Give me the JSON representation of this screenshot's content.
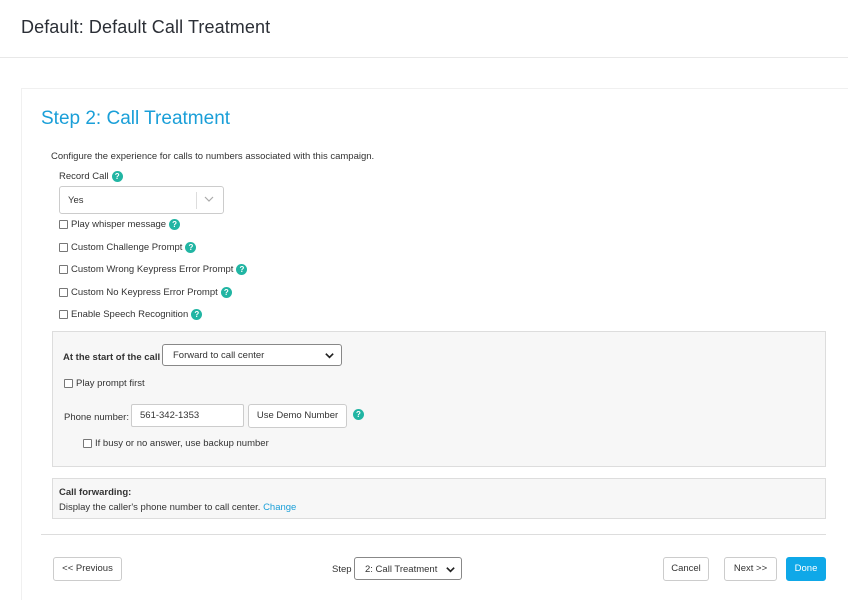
{
  "page": {
    "title": "Default: Default Call Treatment"
  },
  "step": {
    "title": "Step 2: Call Treatment",
    "intro": "Configure the experience for calls to numbers associated with this campaign."
  },
  "record_call": {
    "label": "Record Call",
    "value": "Yes"
  },
  "options": [
    {
      "label": "Play whisper message",
      "checked": false
    },
    {
      "label": "Custom Challenge Prompt",
      "checked": false
    },
    {
      "label": "Custom Wrong Keypress Error Prompt",
      "checked": false
    },
    {
      "label": "Custom No Keypress Error Prompt",
      "checked": false
    },
    {
      "label": "Enable Speech Recognition",
      "checked": false
    }
  ],
  "start_of_call": {
    "label": "At the start of the call",
    "value": "Forward to call center",
    "play_prompt_first": "Play prompt first",
    "phone_label": "Phone number:",
    "phone_value": "561-342-1353",
    "demo_button": "Use Demo Number",
    "backup_label": "If busy or no answer, use backup number"
  },
  "call_forwarding": {
    "title": "Call forwarding:",
    "description": "Display the caller's phone number to call center.",
    "link": "Change"
  },
  "footer": {
    "previous": "<< Previous",
    "step_label": "Step",
    "step_value": "2: Call Treatment",
    "cancel": "Cancel",
    "next": "Next >>",
    "done": "Done"
  },
  "help_glyph": "?",
  "colors": {
    "accent": "#1a9fd8",
    "help": "#21b5a3",
    "primary_button": "#0fa8e8"
  }
}
